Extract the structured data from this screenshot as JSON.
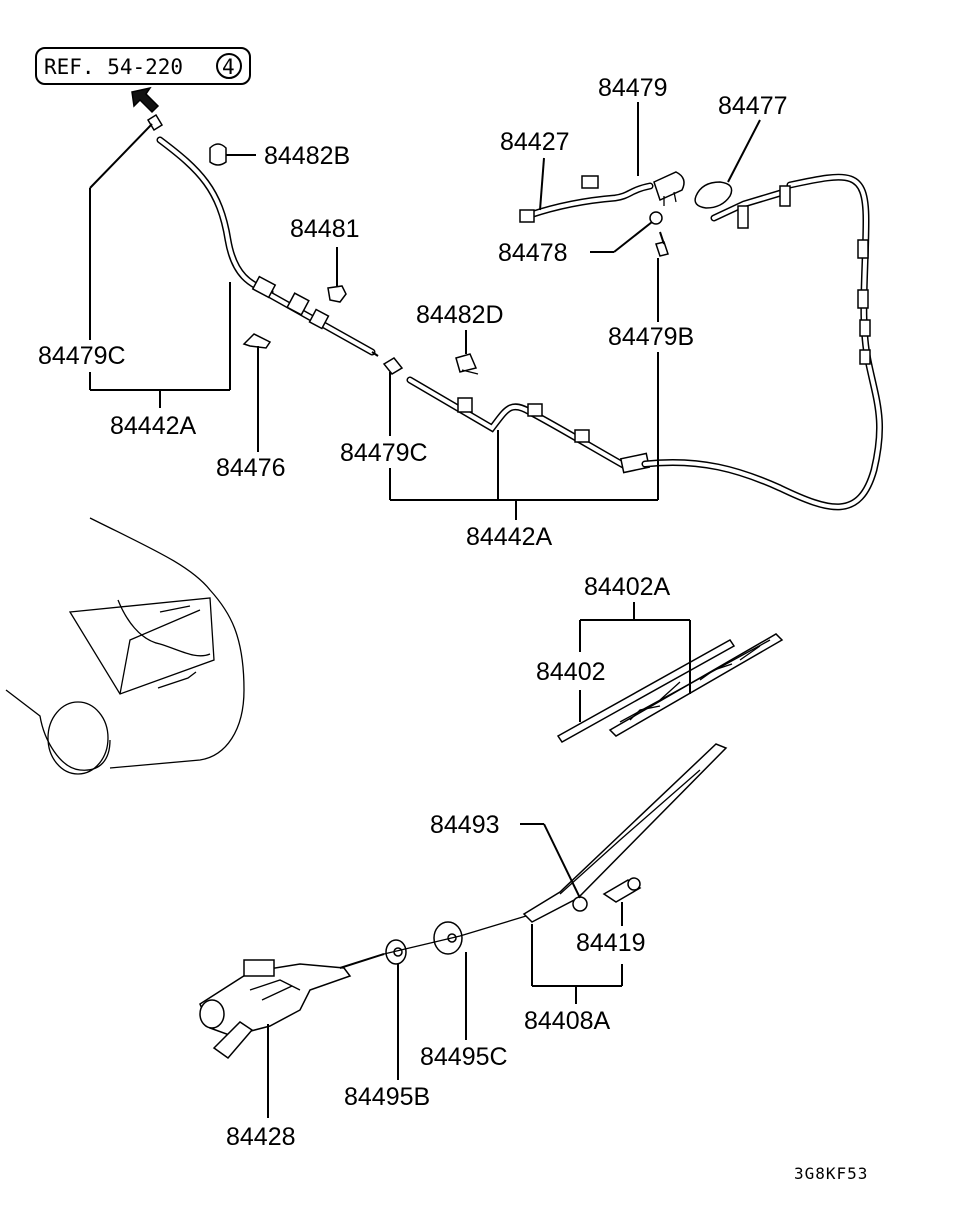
{
  "reference": {
    "text": "REF. 54-220",
    "circle_number": "4"
  },
  "labels": {
    "p84482B": "84482B",
    "p84481": "84481",
    "p84482D": "84482D",
    "p84479C_left": "84479C",
    "p84442A_left": "84442A",
    "p84476": "84476",
    "p84479C_mid": "84479C",
    "p84442A_mid": "84442A",
    "p84479": "84479",
    "p84427": "84427",
    "p84477": "84477",
    "p84478": "84478",
    "p84479B": "84479B",
    "p84402A": "84402A",
    "p84402": "84402",
    "p84493": "84493",
    "p84419": "84419",
    "p84408A": "84408A",
    "p84495C": "84495C",
    "p84495B": "84495B",
    "p84428": "84428"
  },
  "diagram_code": "3G8KF53",
  "icons": {
    "ref_arrow": "arrow-up-left-icon"
  }
}
